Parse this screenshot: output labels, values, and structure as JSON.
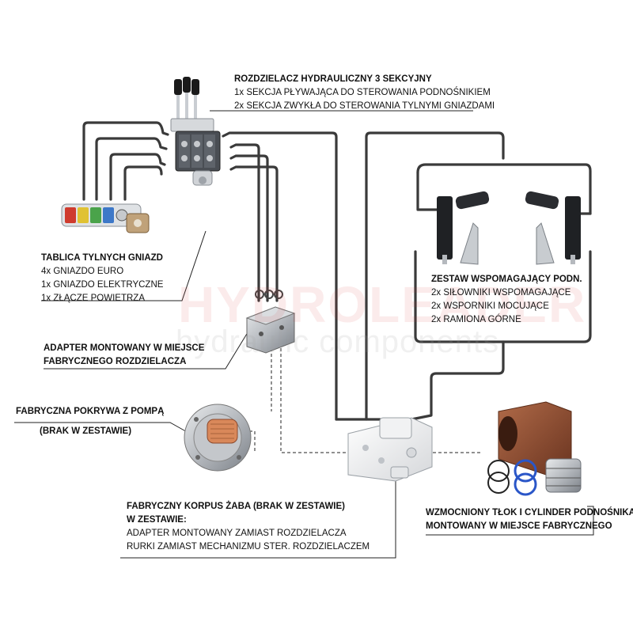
{
  "watermark": {
    "brand": "HYDROLEADER",
    "tagline": "hydraulic components"
  },
  "labels": {
    "valve": {
      "title": "ROZDZIELACZ HYDRAULICZNY 3 SEKCYJNY",
      "lines": [
        "1x SEKCJA PŁYWAJĄCA DO STEROWANIA PODNOŚNIKIEM",
        "2x SEKCJA ZWYKŁA DO STEROWANIA TYLNYMI GNIAZDAMI"
      ]
    },
    "panel": {
      "title": "TABLICA TYLNYCH GNIAZD",
      "lines": [
        "4x GNIAZDO EURO",
        "1x GNIAZDO ELEKTRYCZNE",
        "1x ZŁĄCZE POWIETRZA"
      ]
    },
    "assist": {
      "title": "ZESTAW WSPOMAGAJĄCY PODN.",
      "lines": [
        "2x SIŁOWNIKI WSPOMAGAJĄCE",
        "2x WSPORNIKI MOCUJĄCE",
        "2x RAMIONA GÓRNE"
      ]
    },
    "adapter": {
      "title": "ADAPTER MONTOWANY W MIEJSCE",
      "lines": [
        "FABRYCZNEGO ROZDZIELACZA"
      ]
    },
    "cover": {
      "title": "FABRYCZNA POKRYWA Z POMPĄ",
      "lines": [
        "(BRAK W ZESTAWIE)"
      ]
    },
    "body": {
      "title": "FABRYCZNY KORPUS ŻABA (BRAK W ZESTAWIE)",
      "subtitle": "W ZESTAWIE:",
      "lines": [
        "ADAPTER MONTOWANY ZAMIAST ROZDZIELACZA",
        "RURKI ZAMIAST MECHANIZMU STER. ROZDZIELACZEM"
      ]
    },
    "piston": {
      "title": "WZMOCNIONY TŁOK I CYLINDER PODNOŚNIKA",
      "lines": [
        "MONTOWANY W MIEJSCE FABRYCZNEGO"
      ]
    }
  },
  "colors": {
    "hose": "#3a3a3a",
    "metal": "#b8bcc2",
    "metal_dark": "#6d7278",
    "rust": "#8b4a2e",
    "copper": "#d9885a",
    "ring_blue": "#2a56c8",
    "coupler_colors": [
      "#cf3b2e",
      "#e0c233",
      "#4aa34a",
      "#3d78c8"
    ]
  }
}
